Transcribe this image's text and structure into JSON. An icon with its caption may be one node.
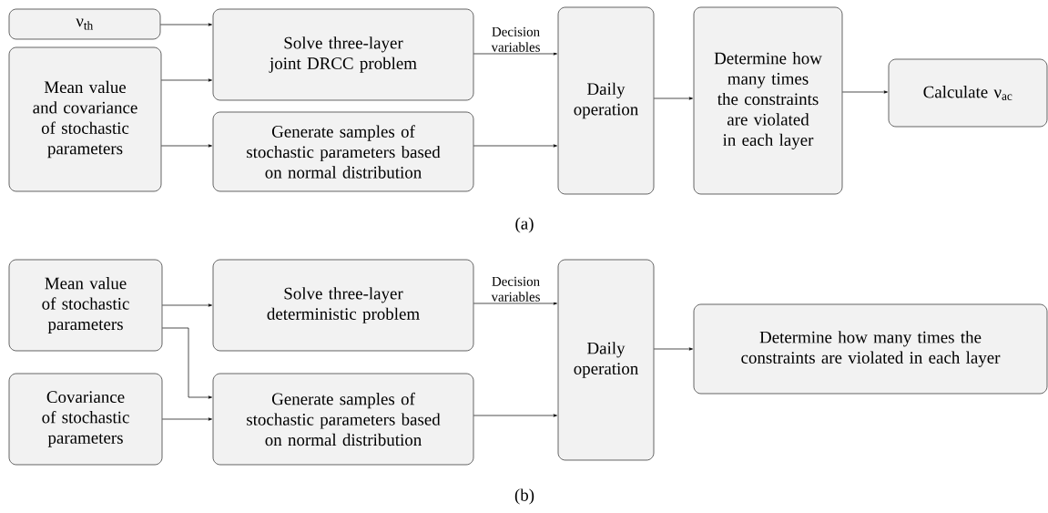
{
  "diagram": {
    "nodes": [
      {
        "text": [
          "ν$_{th}$"
        ]
      },
      {
        "text": [
          "Mean value and covariance of stochastic parameters"
        ]
      },
      {
        "text": [
          "Solve three-layer joint DRCC problem"
        ]
      },
      {
        "text": [
          "Generate samples of stochastic parameters based on normal distribution"
        ]
      },
      {
        "text": [
          "Daily operation"
        ]
      },
      {
        "text": [
          "Determine how many times the constraints are violated in each layer"
        ]
      },
      {
        "text": [
          "Calculate ν$_{ac}$"
        ]
      },
      {
        "text": [
          "Mean value of stochastic parameters"
        ]
      },
      {
        "text": [
          "Solve three-layer deterministic problem"
        ]
      },
      {
        "text": [
          "Covariance of stochastic parameters"
        ]
      },
      {
        "text": [
          "Generate samples of stochastic parameters based on normal distribution"
        ]
      },
      {
        "text": [
          "Daily operation"
        ]
      },
      {
        "text": [
          "Determine how many times the constraints are violated in each layer"
        ]
      }
    ],
    "edges": [
      {
        "from": 0,
        "to": 2,
        "arrow": "to"
      },
      {
        "from": 1,
        "to": 2,
        "arrow": "to"
      },
      {
        "from": 1,
        "to": 3,
        "arrow": "to"
      },
      {
        "from": 2,
        "to": 4,
        "arrow": "to",
        "label": "Decision variables"
      },
      {
        "from": 3,
        "to": 4,
        "arrow": "to"
      },
      {
        "from": 4,
        "to": 5,
        "arrow": "to"
      },
      {
        "from": 5,
        "to": 6,
        "arrow": "to"
      },
      {
        "from": 7,
        "to": 8,
        "arrow": "to"
      },
      {
        "from": 7,
        "to": 10,
        "arrow": "to"
      },
      {
        "from": 9,
        "to": 10,
        "arrow": "to"
      },
      {
        "from": 8,
        "to": 11,
        "arrow": "to",
        "label": "Decision variables"
      },
      {
        "from": 10,
        "to": 11,
        "arrow": "to"
      },
      {
        "from": 11,
        "to": 12,
        "arrow": "to"
      }
    ],
    "labels": [
      "(a)",
      "(b)"
    ]
  }
}
